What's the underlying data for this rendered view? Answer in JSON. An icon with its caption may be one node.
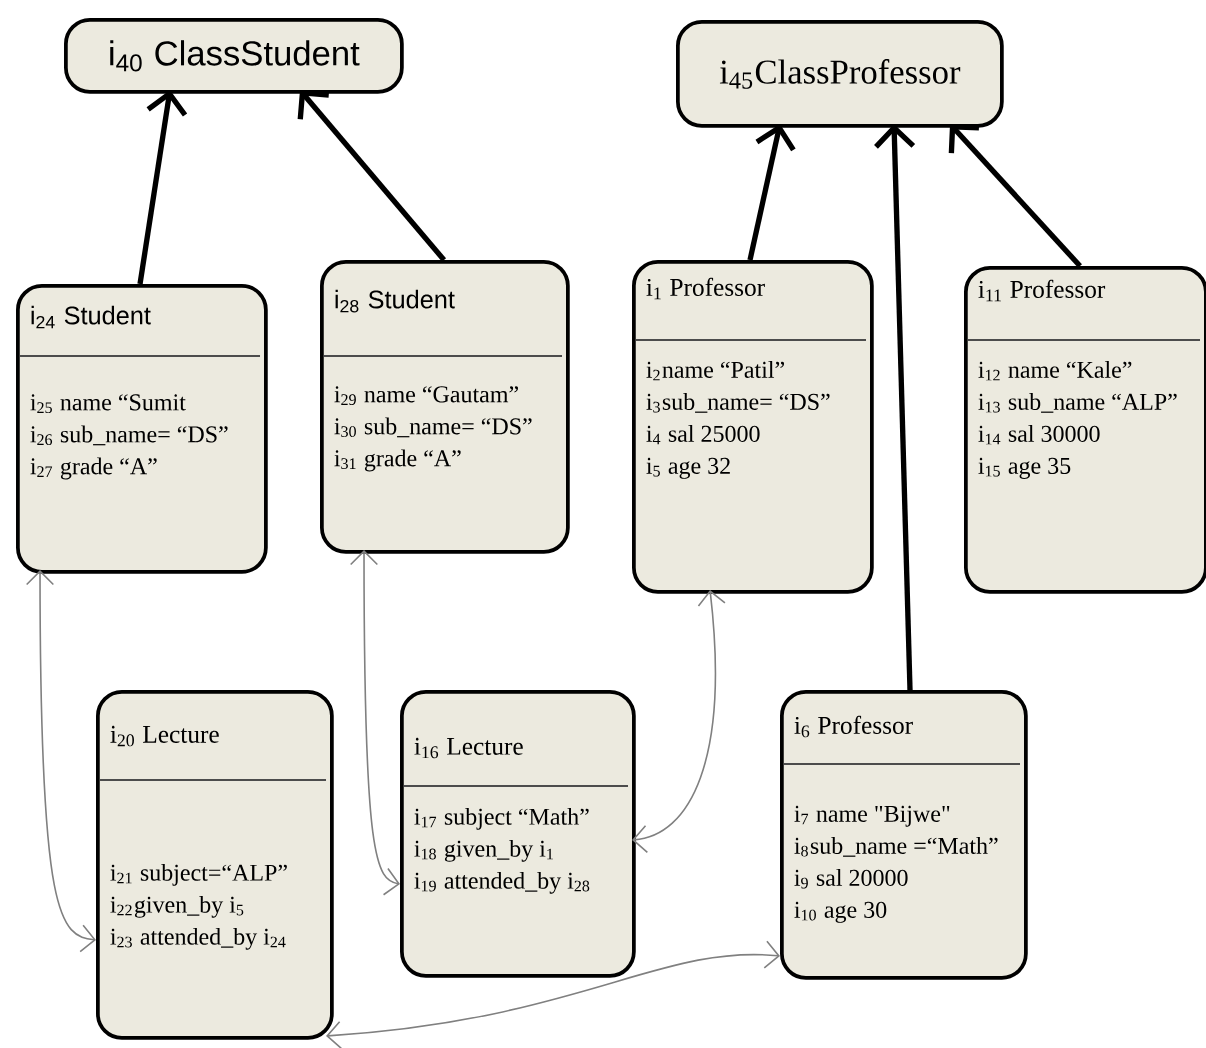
{
  "diagram": {
    "nodes": [
      {
        "text": [
          "i$_{40}$ ClassStudent"
        ]
      },
      {
        "text": [
          "i$_{45}$ClassProfessor"
        ]
      },
      {
        "text": [
          "i$_{24}$ Student",
          "i$_{25}$ name “Sumit",
          "i$_{26}$ sub_name= “DS”",
          "i$_{27}$ grade “A”"
        ]
      },
      {
        "text": [
          "i$_{28}$ Student",
          "i$_{29}$ name “Gautam”",
          "i$_{30}$ sub_name= “DS”",
          "i$_{31}$ grade “A”"
        ]
      },
      {
        "text": [
          "i$_{1}$ Professor",
          "i$_{2}$name “Patil”",
          "i$_{3}$sub_name= “DS”",
          "i$_{4}$ sal 25000",
          "i$_{5}$ age 32"
        ]
      },
      {
        "text": [
          "i$_{11}$ Professor",
          "i$_{12}$ name “Kale”",
          "i$_{13}$ sub_name “ALP”",
          "i$_{14}$ sal 30000",
          "i$_{15}$ age 35"
        ]
      },
      {
        "text": [
          "i$_{20}$ Lecture",
          "i$_{21}$ subject=“ALP”",
          "i$_{22}$given_by i$_{5}$",
          "i$_{23}$ attended_by i$_{24}$"
        ]
      },
      {
        "text": [
          "i$_{16}$ Lecture",
          "i$_{17}$ subject “Math”",
          "i$_{18}$ given_by i$_{1}$",
          "i$_{19}$ attended_by i$_{28}$"
        ]
      },
      {
        "text": [
          "i$_{6}$ Professor",
          "i$_{7}$ name \"Bijwe\"",
          "i$_{8}$sub_name =“Math”",
          "i$_{9}$ sal 20000",
          "i$_{10}$ age 30"
        ]
      }
    ],
    "edges": [
      {
        "from": 2,
        "to": 0,
        "arrow": "to"
      },
      {
        "from": 3,
        "to": 0,
        "arrow": "to"
      },
      {
        "from": 4,
        "to": 1,
        "arrow": "to"
      },
      {
        "from": 8,
        "to": 1,
        "arrow": "to"
      },
      {
        "from": 5,
        "to": 1,
        "arrow": "to"
      },
      {
        "from": 2,
        "to": 6,
        "arrow": "both",
        "color": "#808080"
      },
      {
        "from": 3,
        "to": 7,
        "arrow": "both",
        "color": "#808080"
      },
      {
        "from": 4,
        "to": 7,
        "arrow": "both",
        "color": "#808080"
      },
      {
        "from": 6,
        "to": 8,
        "arrow": "both",
        "color": "#808080"
      }
    ]
  }
}
